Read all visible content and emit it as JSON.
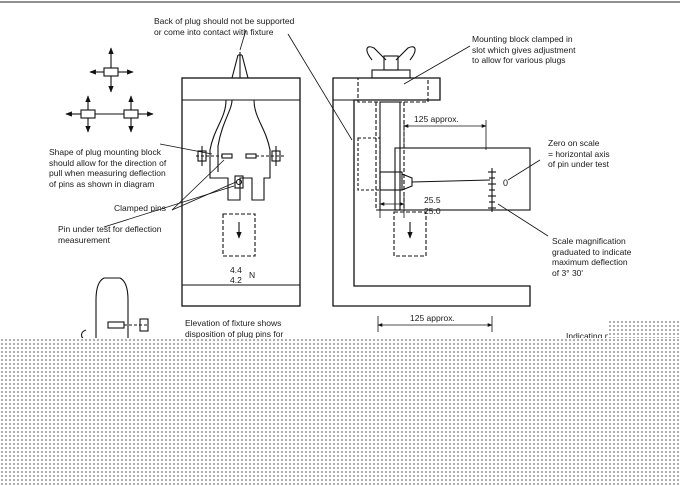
{
  "labels": {
    "back_of_plug": "Back of plug should not be supported\nor come into contact with fixture",
    "mounting_block": "Mounting block clamped in\nslot which gives adjustment\nto allow for various plugs",
    "shape_of_block": "Shape of plug mounting block\nshould allow for the direction of\npull when measuring deflection\nof pins as shown in diagram",
    "zero_on_scale": "Zero on scale\n= horizontal axis\nof pin under test",
    "clamped_pins": "Clamped pins",
    "pin_under_test": "Pin under test for deflection\nmeasurement",
    "scale_magnification": "Scale magnification\ngraduated to indicate\nmaximum deflection\nof 3° 30'",
    "elevation": "Elevation of fixture shows\ndisposition of plug pins for",
    "indicating": "Indicating n"
  },
  "dimensions": {
    "approx_top": "125 approx.",
    "approx_bottom": "125 approx.",
    "d_upper": "25.5",
    "d_lower": "25.0",
    "force_upper": "4.4",
    "force_lower": "4.2",
    "force_unit": "N",
    "zero_mark": "0"
  }
}
